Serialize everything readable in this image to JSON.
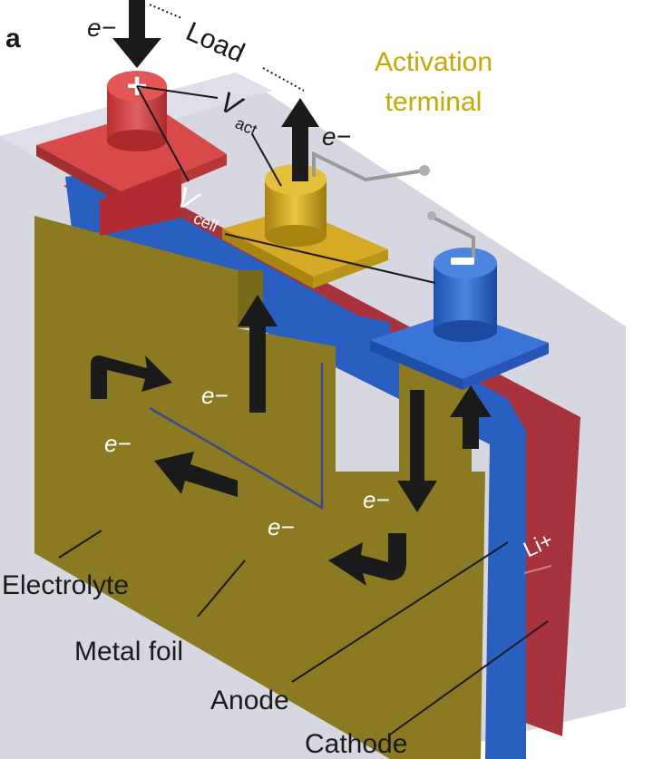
{
  "panel_label": "a",
  "labels": {
    "electron_in": "e−",
    "load": "Load",
    "v_act_symbol": "V",
    "v_act_sub": "act",
    "electron_out": "e−",
    "v_cell_symbol": "V",
    "v_cell_sub": "cell",
    "activation_line1": "Activation",
    "activation_line2": "terminal",
    "positive_terminal": "+",
    "negative_terminal": "−",
    "foil_electrons": [
      "e−",
      "e−",
      "e−",
      "e−"
    ],
    "li_ion": "Li+",
    "electrolyte": "Electrolyte",
    "metal_foil": "Metal foil",
    "anode": "Anode",
    "cathode": "Cathode"
  },
  "colors": {
    "electrolyte": "#c9cad6",
    "metal_foil": "#8c7a22",
    "anode": "#2a5fc2",
    "cathode": "#a8323c",
    "positive_terminal": "#d84a4a",
    "activation_terminal": "#d4aa26",
    "activation_text": "#c8a800",
    "arrow": "#1a1a1a"
  }
}
